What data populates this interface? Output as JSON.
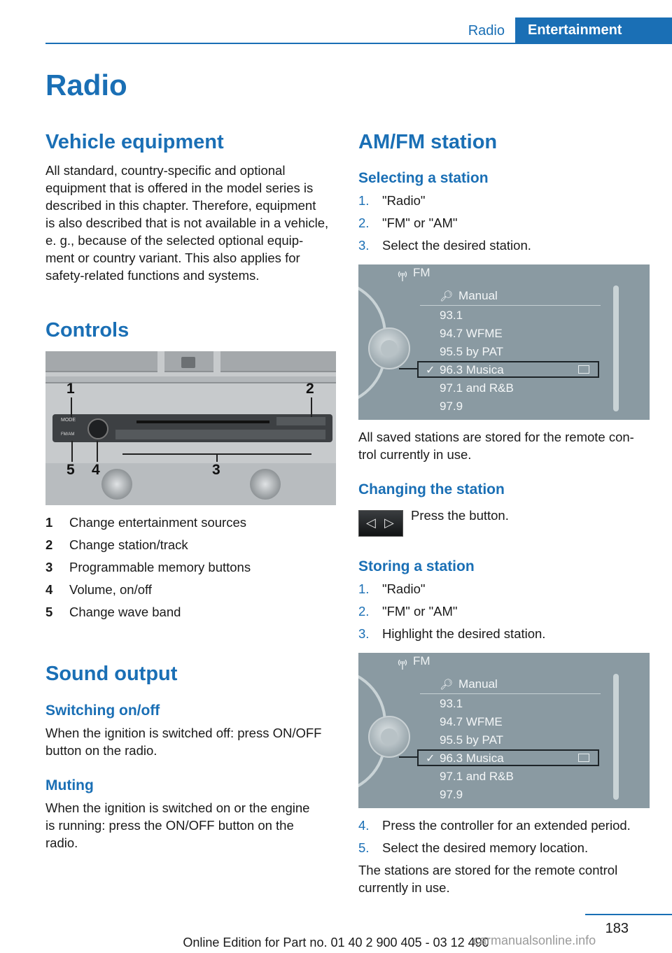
{
  "header": {
    "section": "Radio",
    "chapter": "Entertainment"
  },
  "title": "Radio",
  "left": {
    "vehicle_equipment": {
      "heading": "Vehicle equipment",
      "lines": [
        "All standard, country-specific and optional",
        "equipment that is offered in the model series is",
        "described in this chapter. Therefore, equipment",
        "is also described that is not available in a vehicle,",
        "e. g., because of the selected optional equip-",
        "ment or country variant. This also applies for",
        "safety-related functions and systems."
      ]
    },
    "controls": {
      "heading": "Controls",
      "image": {
        "callouts": [
          "1",
          "2",
          "5",
          "4",
          "3"
        ],
        "labels": [
          "MODE",
          "FM/AM"
        ]
      },
      "legend": [
        {
          "num": "1",
          "text": "Change entertainment sources"
        },
        {
          "num": "2",
          "text": "Change station/track"
        },
        {
          "num": "3",
          "text": "Programmable memory buttons"
        },
        {
          "num": "4",
          "text": "Volume, on/off"
        },
        {
          "num": "5",
          "text": "Change wave band"
        }
      ]
    },
    "sound_output": {
      "heading": "Sound output",
      "switching": {
        "heading": "Switching on/off",
        "lines": [
          "When the ignition is switched off: press ON/OFF",
          "button on the radio."
        ]
      },
      "muting": {
        "heading": "Muting",
        "lines": [
          "When the ignition is switched on or the engine",
          "is running: press the ON/OFF button on the",
          "radio."
        ]
      }
    }
  },
  "right": {
    "amfm": {
      "heading": "AM/FM station",
      "selecting": {
        "heading": "Selecting a station",
        "steps": [
          {
            "num": "1.",
            "text": "\"Radio\""
          },
          {
            "num": "2.",
            "text": "\"FM\" or \"AM\""
          },
          {
            "num": "3.",
            "text": "Select the desired station."
          }
        ]
      },
      "screen": {
        "band": "FM",
        "items": [
          "Manual",
          "93.1",
          "94.7 WFME",
          "95.5 by PAT",
          "96.3 Musica",
          "97.1 and R&B",
          "97.9"
        ],
        "selected_index": 4
      },
      "saved_note": [
        "All saved stations are stored for the remote con-",
        "trol currently in use."
      ],
      "changing": {
        "heading": "Changing the station",
        "text": "Press the button."
      },
      "storing": {
        "heading": "Storing a station",
        "steps": [
          {
            "num": "1.",
            "text": "\"Radio\""
          },
          {
            "num": "2.",
            "text": "\"FM\" or \"AM\""
          },
          {
            "num": "3.",
            "text": "Highlight the desired station."
          }
        ],
        "steps2": [
          {
            "num": "4.",
            "text": "Press the controller for an extended period."
          },
          {
            "num": "5.",
            "text": "Select the desired memory location."
          }
        ],
        "final": [
          "The stations are stored for the remote control",
          "currently in use."
        ]
      }
    }
  },
  "footer": {
    "page": "183",
    "text": "Online Edition for Part no. 01 40 2 900 405 - 03 12 490",
    "watermark": "carmanualsonline.info"
  },
  "colors": {
    "accent": "#1a6fb5",
    "text": "#1a1a1a"
  }
}
